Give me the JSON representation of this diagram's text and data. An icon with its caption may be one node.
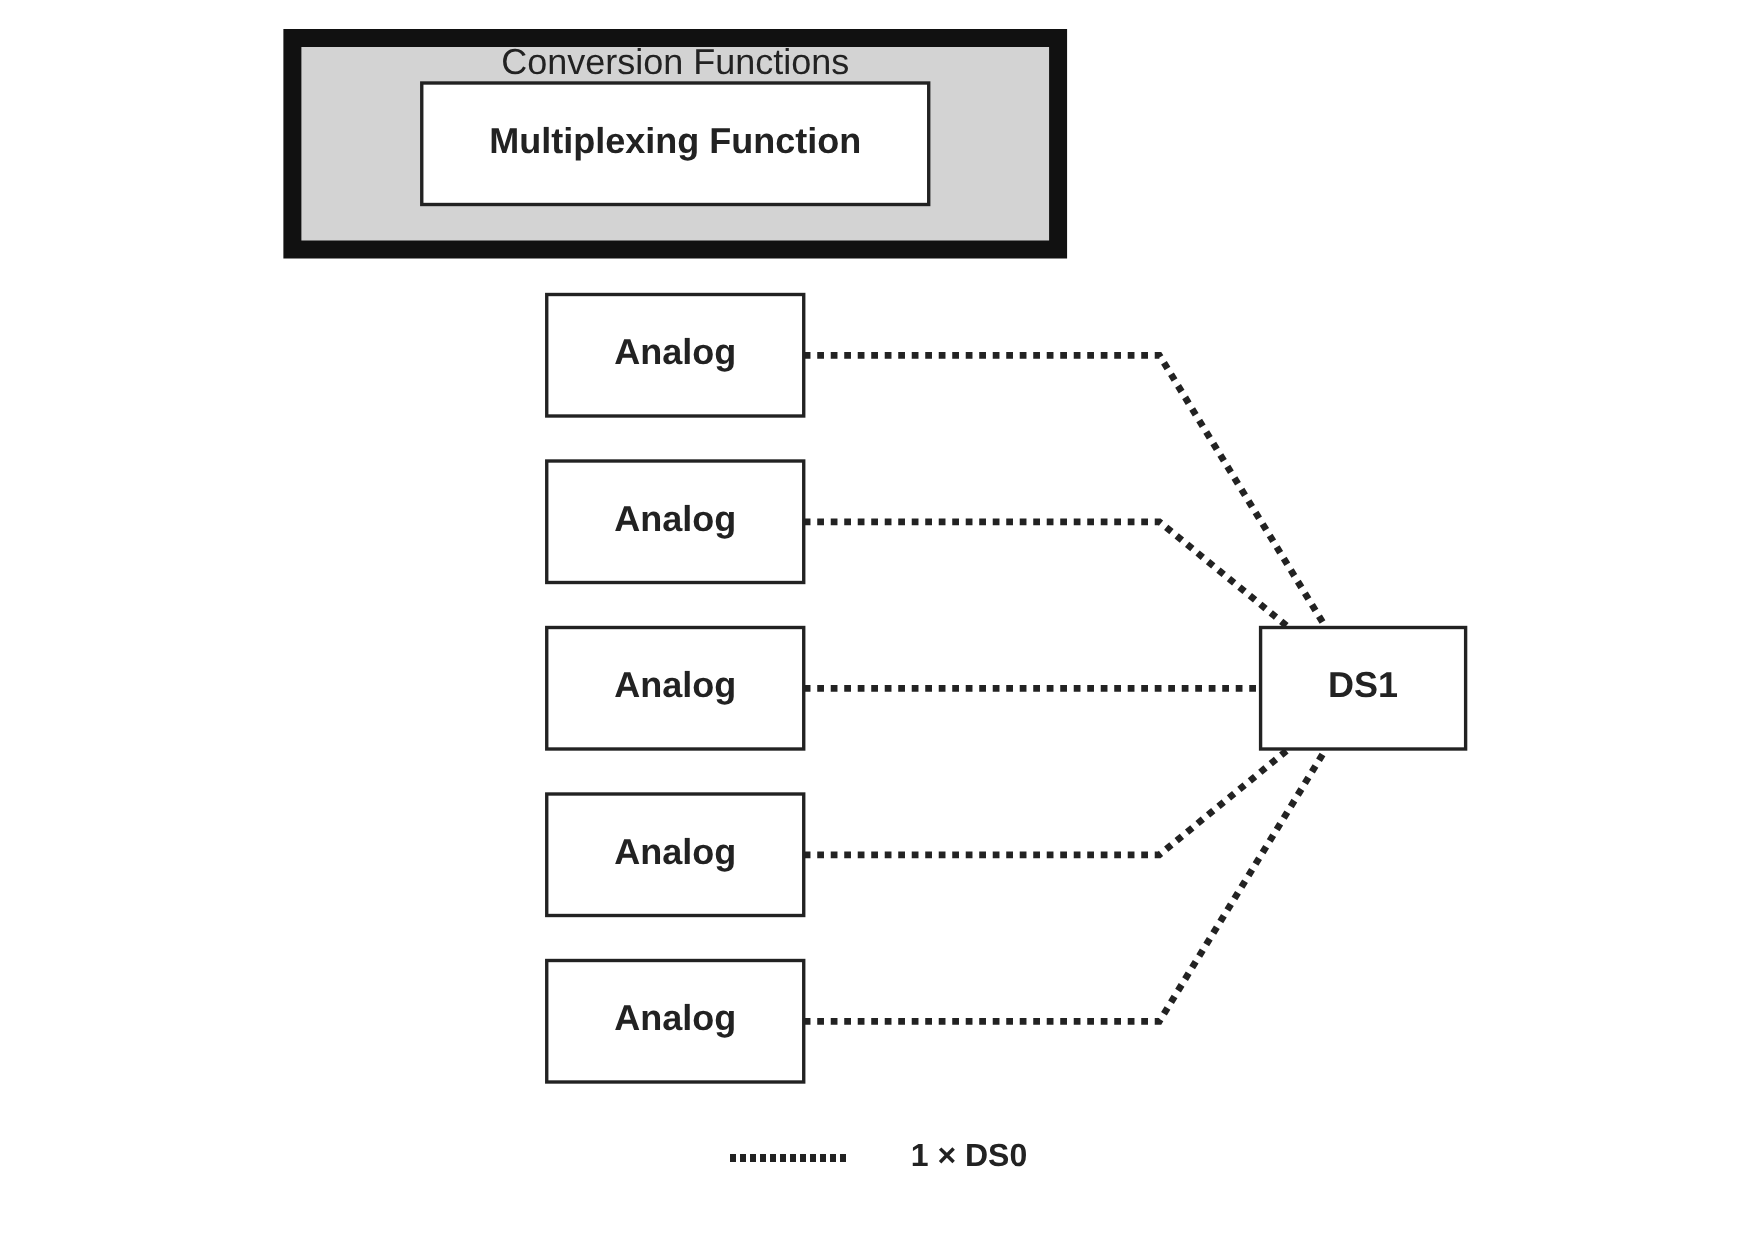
{
  "diagram": {
    "nodes": [
      {
        "text": [
          "Conversion Functions"
        ]
      },
      {
        "text": [
          "Multiplexing Function"
        ],
        "in": 0
      },
      {
        "text": [
          "Analog"
        ]
      },
      {
        "text": [
          "Analog"
        ]
      },
      {
        "text": [
          "Analog"
        ]
      },
      {
        "text": [
          "Analog"
        ]
      },
      {
        "text": [
          "Analog"
        ]
      },
      {
        "text": [
          "DS1"
        ]
      }
    ],
    "edges": [
      {
        "from": 2,
        "to": 7,
        "arrow": "none",
        "style": "dashed"
      },
      {
        "from": 3,
        "to": 7,
        "arrow": "none",
        "style": "dashed"
      },
      {
        "from": 4,
        "to": 7,
        "arrow": "none",
        "style": "dashed"
      },
      {
        "from": 5,
        "to": 7,
        "arrow": "none",
        "style": "dashed"
      },
      {
        "from": 6,
        "to": 7,
        "arrow": "none",
        "style": "dashed"
      }
    ],
    "legend": [
      {
        "text": "1 × DS0"
      }
    ]
  }
}
